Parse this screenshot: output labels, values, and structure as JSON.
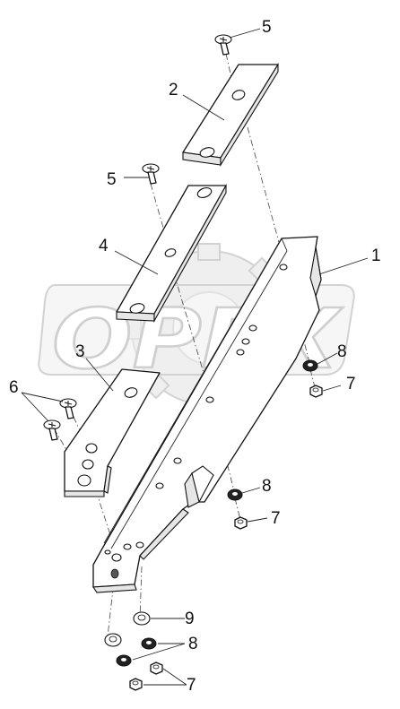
{
  "watermark": {
    "text": "OPEX"
  },
  "callouts": {
    "c1": "1",
    "c2": "2",
    "c3": "3",
    "c4": "4",
    "c5a": "5",
    "c5b": "5",
    "c6": "6",
    "c7a": "7",
    "c7b": "7",
    "c7c": "7",
    "c8a": "8",
    "c8b": "8",
    "c8c": "8",
    "c9": "9"
  },
  "colors": {
    "line": "#111111",
    "watermark": "#d2d2d2"
  }
}
